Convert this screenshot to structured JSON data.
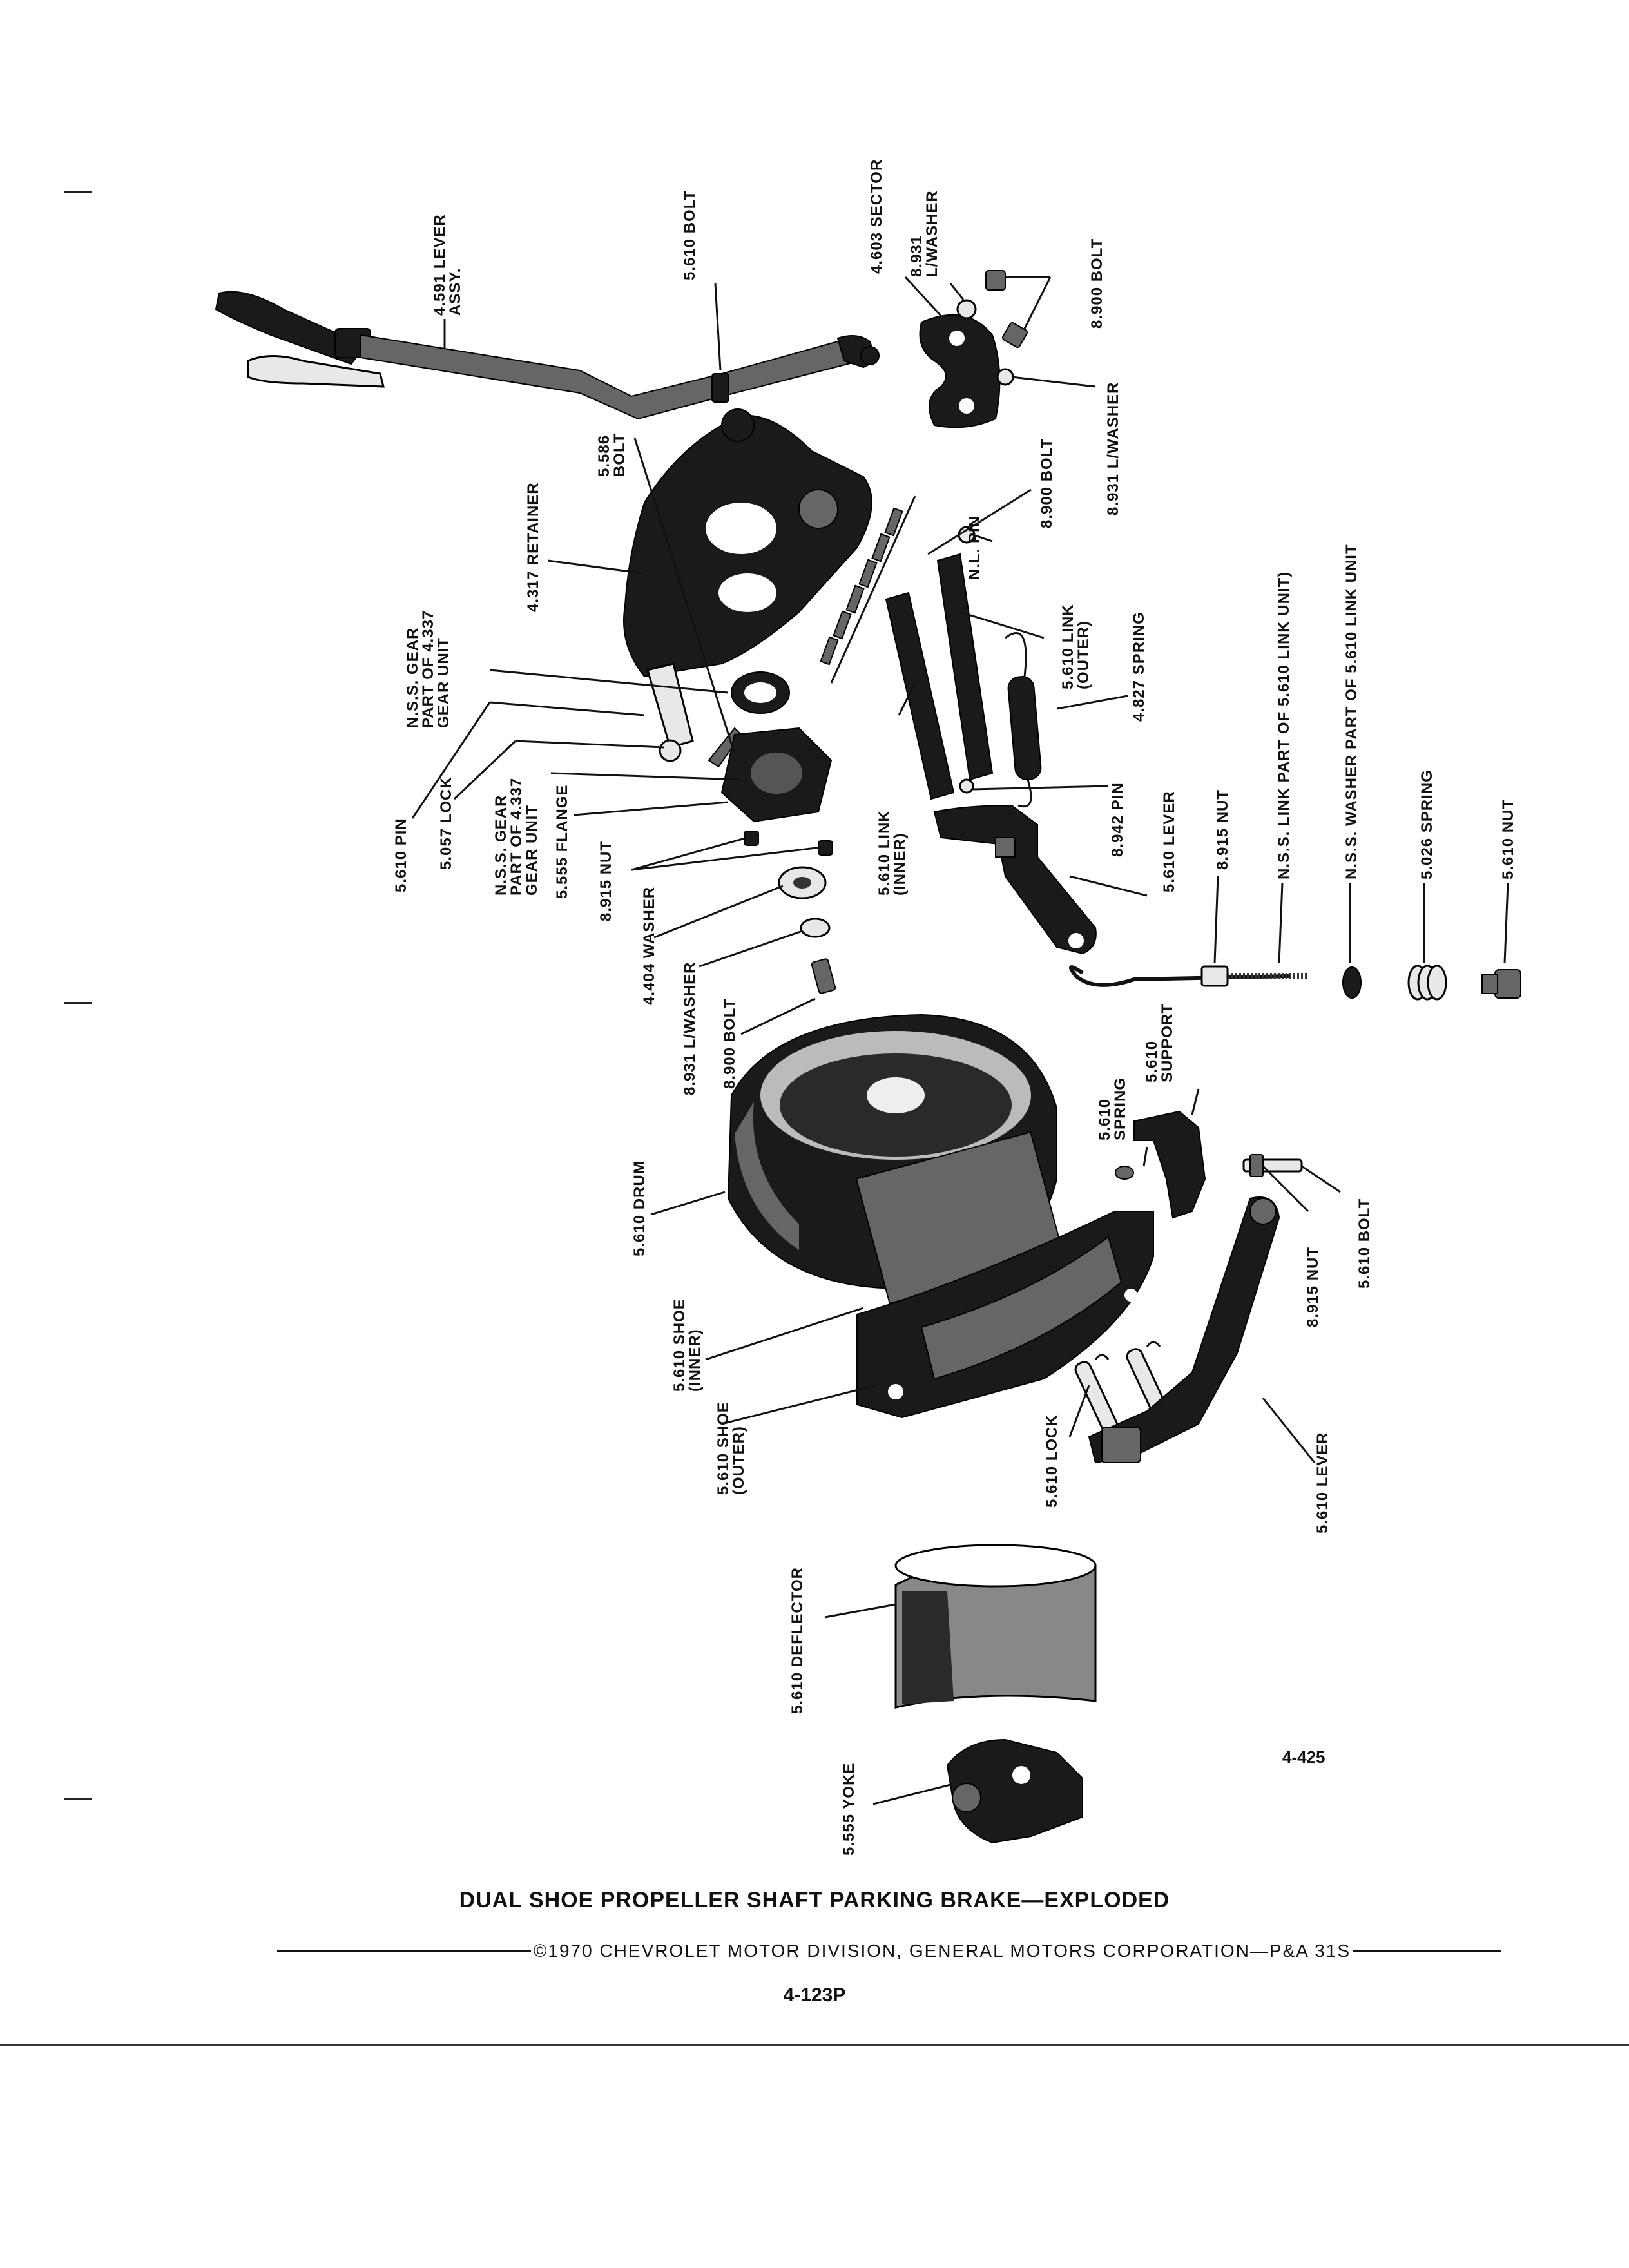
{
  "figure": {
    "title": "DUAL SHOE PROPELLER SHAFT PARKING BRAKE—EXPLODED",
    "copyright": "©1970 CHEVROLET MOTOR DIVISION, GENERAL MOTORS CORPORATION—P&A 31S",
    "page_number": "4-123P",
    "figure_number": "4-425"
  },
  "labels": {
    "lever_assy": [
      "4.591 LEVER",
      "ASSY."
    ],
    "bolt_5610_top": [
      "5.610 BOLT"
    ],
    "sector": [
      "4.603 SECTOR"
    ],
    "lwasher_8931_top": [
      "8.931",
      "L/WASHER"
    ],
    "bolt_8900_top": [
      "8.900 BOLT"
    ],
    "lwasher_8931_right": [
      "8.931 L/WASHER"
    ],
    "bolt_5586": [
      "5.586",
      "BOLT"
    ],
    "retainer": [
      "4.317 RETAINER"
    ],
    "bolt_8900_mid": [
      "8.900 BOLT"
    ],
    "nl_pin": [
      "N.L. PIN"
    ],
    "link_outer": [
      "5.610 LINK",
      "(OUTER)"
    ],
    "spring_4827": [
      "4.827 SPRING"
    ],
    "nss_gear_1": [
      "N.S.S. GEAR",
      "PART OF 4.337",
      "GEAR UNIT"
    ],
    "pin_5610": [
      "5.610 PIN"
    ],
    "lock_5057": [
      "5.057 LOCK"
    ],
    "nss_gear_2": [
      "N.S.S. GEAR",
      "PART OF 4.337",
      "GEAR UNIT"
    ],
    "flange_5555": [
      "5.555 FLANGE"
    ],
    "nut_8915_left": [
      "8.915 NUT"
    ],
    "link_inner": [
      "5.610 LINK",
      "(INNER)"
    ],
    "pin_8942": [
      "8.942 PIN"
    ],
    "lever_5610_upper": [
      "5.610 LEVER"
    ],
    "nut_8915_rod": [
      "8.915 NUT"
    ],
    "nss_link": [
      "N.S.S. LINK  PART OF 5.610 LINK UNIT)"
    ],
    "nss_washer": [
      "N.S.S. WASHER  PART OF 5.610 LINK UNIT"
    ],
    "spring_5026": [
      "5.026 SPRING"
    ],
    "nut_5610": [
      "5.610 NUT"
    ],
    "washer_4404": [
      "4.404 WASHER"
    ],
    "lwasher_8931_low": [
      "8.931 L/WASHER"
    ],
    "bolt_8900_low": [
      "8.900 BOLT"
    ],
    "spring_5610": [
      "5.610",
      "SPRING"
    ],
    "support_5610": [
      "5.610",
      "SUPPORT"
    ],
    "drum": [
      "5.610 DRUM"
    ],
    "nut_8915_low": [
      "8.915 NUT"
    ],
    "bolt_5610_low": [
      "5.610 BOLT"
    ],
    "shoe_inner": [
      "5.610 SHOE",
      "(INNER)"
    ],
    "shoe_outer": [
      "5.610 SHOE",
      "(OUTER)"
    ],
    "lock_5610": [
      "5.610 LOCK"
    ],
    "lever_5610_lower": [
      "5.610 LEVER"
    ],
    "deflector": [
      "5.610 DEFLECTOR"
    ],
    "yoke": [
      "5.555 YOKE"
    ]
  }
}
